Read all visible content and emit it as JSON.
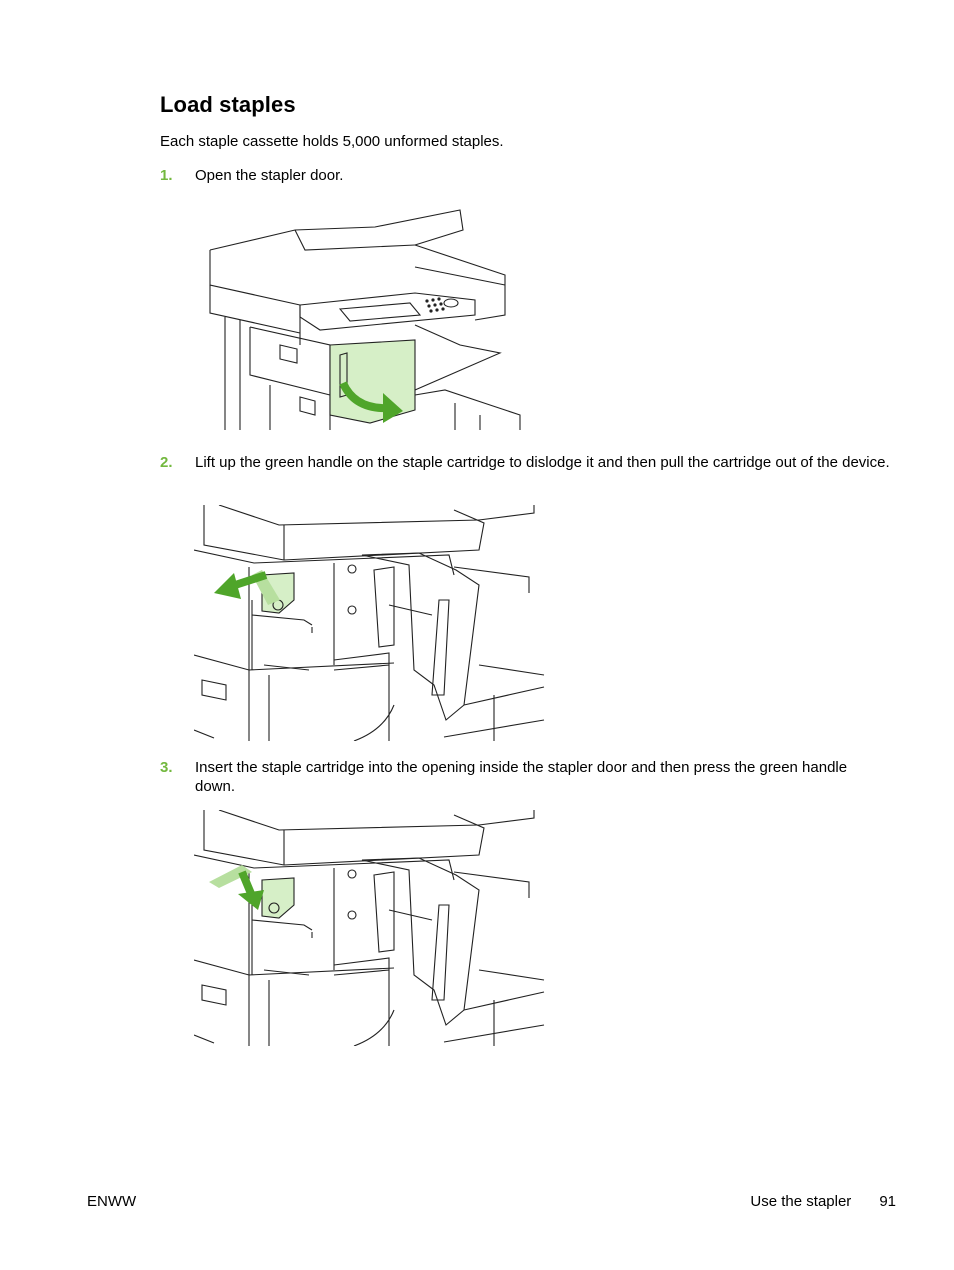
{
  "page": {
    "title": "Load staples",
    "intro": "Each staple cassette holds 5,000 unformed staples.",
    "steps": [
      {
        "number": "1.",
        "text": "Open the stapler door."
      },
      {
        "number": "2.",
        "text": "Lift up the green handle on the staple cartridge to dislodge it and then pull the cartridge out of the device."
      },
      {
        "number": "3.",
        "text": "Insert the staple cartridge into the opening inside the stapler door and then press the green handle down."
      }
    ]
  },
  "footer": {
    "left": "ENWW",
    "section": "Use the stapler",
    "page_number": "91"
  },
  "colors": {
    "accent_green": "#73b83f",
    "arrow_green": "#4fa52a",
    "highlight_green": "#d6efc7"
  }
}
